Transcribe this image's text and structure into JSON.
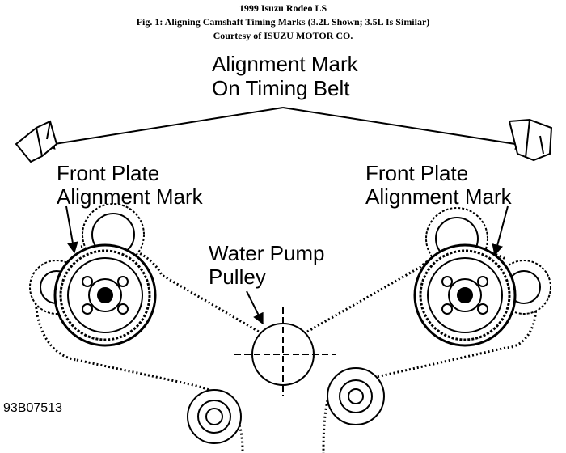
{
  "header": {
    "line1": "1999 Isuzu Rodeo LS",
    "line2": "Fig. 1: Aligning Camshaft Timing Marks (3.2L Shown; 3.5L Is Similar)",
    "line3": "Courtesy of ISUZU MOTOR CO."
  },
  "labels": {
    "belt_mark_line1": "Alignment Mark",
    "belt_mark_line2": "On Timing Belt",
    "left_plate_line1": "Front Plate",
    "left_plate_line2": "Alignment Mark",
    "right_plate_line1": "Front Plate",
    "right_plate_line2": "Alignment Mark",
    "pump_line1": "Water Pump",
    "pump_line2": "Pulley"
  },
  "figure_code": "93B07513"
}
